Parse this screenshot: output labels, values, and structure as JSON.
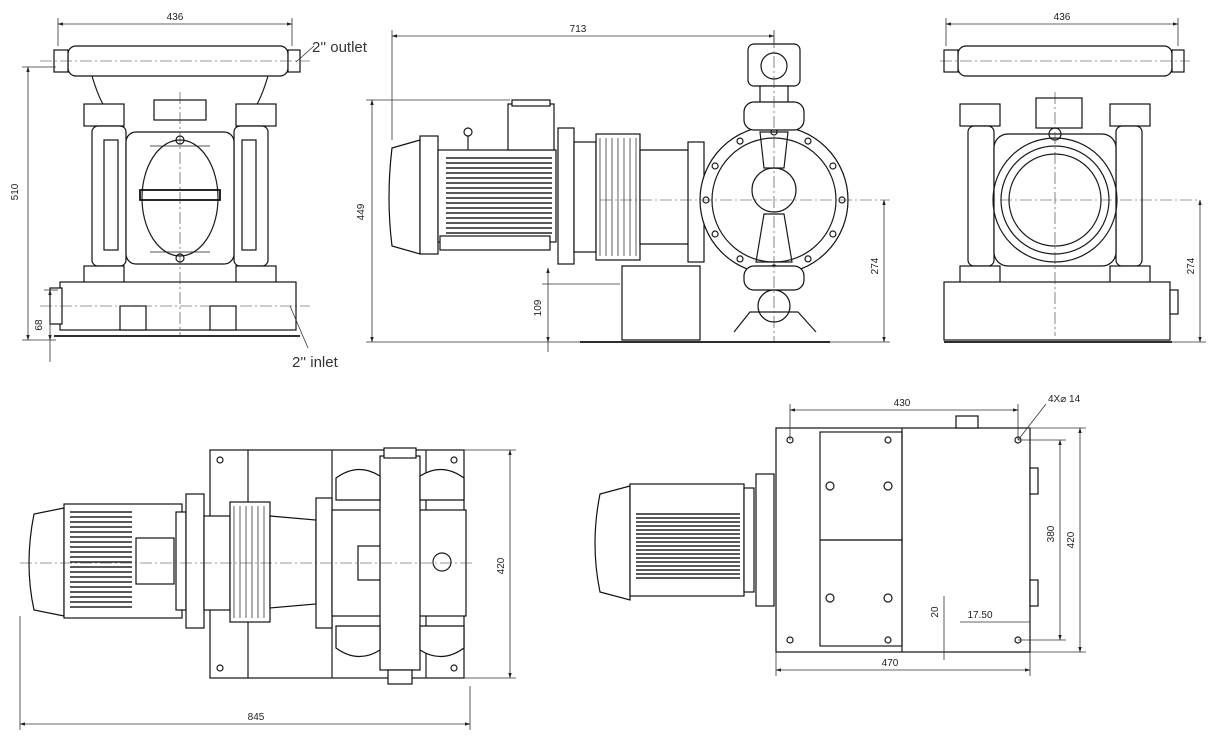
{
  "labels": {
    "outlet": "2'' outlet",
    "inlet": "2'' inlet",
    "holes": "4X⌀ 14"
  },
  "dimensions": {
    "front_width": "436",
    "front_height": "510",
    "front_inlet_height": "68",
    "side_length": "713",
    "side_height": "449",
    "side_base_height": "109",
    "side_center_height": "274",
    "rear_width": "436",
    "rear_center_height": "274",
    "top_depth": "420",
    "top_length": "845",
    "base_width": "430",
    "base_outer_width": "470",
    "base_hole_spacing": "380",
    "base_depth": "420",
    "base_edge_y": "20",
    "base_edge_x": "17.50"
  }
}
